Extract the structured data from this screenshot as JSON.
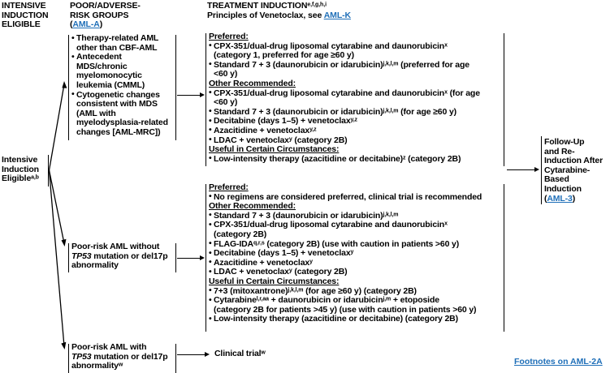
{
  "page": {
    "footnotes_link": "Footnotes on AML-2A"
  },
  "columns": {
    "col1_header": "INTENSIVE\nINDUCTION\nELIGIBLE",
    "col2_header_line1": "POOR/ADVERSE-",
    "col2_header_line2": "RISK GROUPS",
    "col2_header_link": "(AML-A)",
    "col3_header_line1": "TREATMENT INDUCTION",
    "col3_header_sup": "e,f,g,h,i",
    "col3_header_line2_pre": "Principles of Venetoclax, see ",
    "col3_header_line2_link": "AML-K"
  },
  "entry": {
    "label": "Intensive\nInduction\nEligible",
    "sup": "a,b"
  },
  "risk_groups": [
    {
      "id": "aml-mrc-group",
      "items": [
        "Therapy-related AML other than CBF-AML",
        "Antecedent MDS/chronic myelomonocytic leukemia (CMML)",
        "Cytogenetic changes consistent with MDS (AML with myelodysplasia-related changes [AML-MRC])"
      ]
    },
    {
      "id": "poor-risk-no-tp53",
      "line1": "Poor-risk AML without",
      "line2_italic": "TP53",
      "line2_rest": " mutation or del17p",
      "line3": "abnormality"
    },
    {
      "id": "poor-risk-tp53",
      "line1": "Poor-risk AML with",
      "line2_italic": "TP53",
      "line2_rest": " mutation or del17p",
      "line3": "abnormality",
      "line3_sup": "w"
    }
  ],
  "treatment_blocks": [
    {
      "id": "treatment-aml-mrc",
      "sections": [
        {
          "heading": "Preferred:",
          "items": [
            {
              "text": "CPX-351/dual-drug liposomal cytarabine and daunorubicin",
              "sup": "x",
              "cont": "(category 1, preferred for age ≥60 y)"
            },
            {
              "text": "Standard 7 + 3 (daunorubicin or idarubicin)",
              "sup": "j,k,l,m",
              "tail": " (preferred for age",
              "cont": "<60 y)"
            }
          ]
        },
        {
          "heading": "Other Recommended:",
          "items": [
            {
              "text": "CPX-351/dual-drug liposomal cytarabine and daunorubicin",
              "sup": "x",
              "tail": " (for age",
              "cont": "<60 y)"
            },
            {
              "text": "Standard 7 + 3 (daunorubicin or idarubicin)",
              "sup": "j,k,l,m",
              "tail": " (for age ≥60 y)"
            },
            {
              "text": "Decitabine (days 1–5) + venetoclax",
              "sup": "y,z"
            },
            {
              "text": "Azacitidine + venetoclax",
              "sup": "y,z"
            },
            {
              "text": "LDAC + venetoclax",
              "sup": "y",
              "tail": " (category 2B)"
            }
          ]
        },
        {
          "heading": "Useful in Certain Circumstances:",
          "items": [
            {
              "text": "Low-intensity therapy (azacitidine or decitabine)",
              "sup": "z",
              "tail": " (category 2B)"
            }
          ]
        }
      ]
    },
    {
      "id": "treatment-poor-risk-no-tp53",
      "sections": [
        {
          "heading": "Preferred:",
          "items": [
            {
              "text": "No regimens are considered preferred, clinical trial is recommended"
            }
          ]
        },
        {
          "heading": "Other Recommended:",
          "items": [
            {
              "text": "Standard 7 + 3 (daunorubicin or idarubicin)",
              "sup": "j,k,l,m"
            },
            {
              "text": "CPX-351/dual-drug liposomal cytarabine and daunorubicin",
              "sup": "x",
              "cont": "(category 2B)"
            },
            {
              "text": "FLAG-IDA",
              "sup": "q,r,s",
              "tail": " (category 2B) (use with caution in patients >60 y)"
            },
            {
              "text": "Decitabine (days 1–5) + venetoclax",
              "sup": "y"
            },
            {
              "text": "Azacitidine + venetoclax",
              "sup": "y"
            },
            {
              "text": "LDAC + venetoclax",
              "sup": "y",
              "tail": " (category 2B)"
            }
          ]
        },
        {
          "heading": "Useful in Certain Circumstances:",
          "items": [
            {
              "text": "7+3 (mitoxantrone)",
              "sup": "j,k,l,m",
              "tail": " (for age ≥60 y) (category 2B)"
            },
            {
              "text": "Cytarabine",
              "sup": "l,r,aa",
              "tail2": " + daunorubicin or idarubicin",
              "sup2": "j,m",
              "tail3": " + etoposide",
              "cont": "(category 2B for patients >45 y) (use with caution in patients >60 y)"
            },
            {
              "text": "Low-intensity therapy (azacitidine or decitabine) (category 2B)"
            }
          ]
        }
      ]
    },
    {
      "id": "treatment-clinical-trial",
      "plain": "Clinical trial",
      "plain_sup": "w"
    }
  ],
  "outcome": {
    "id": "follow-up",
    "lines": [
      "Follow-Up",
      "and Re-",
      "Induction After",
      "Cytarabine-",
      "Based",
      "Induction"
    ],
    "link": "(AML-3)"
  }
}
